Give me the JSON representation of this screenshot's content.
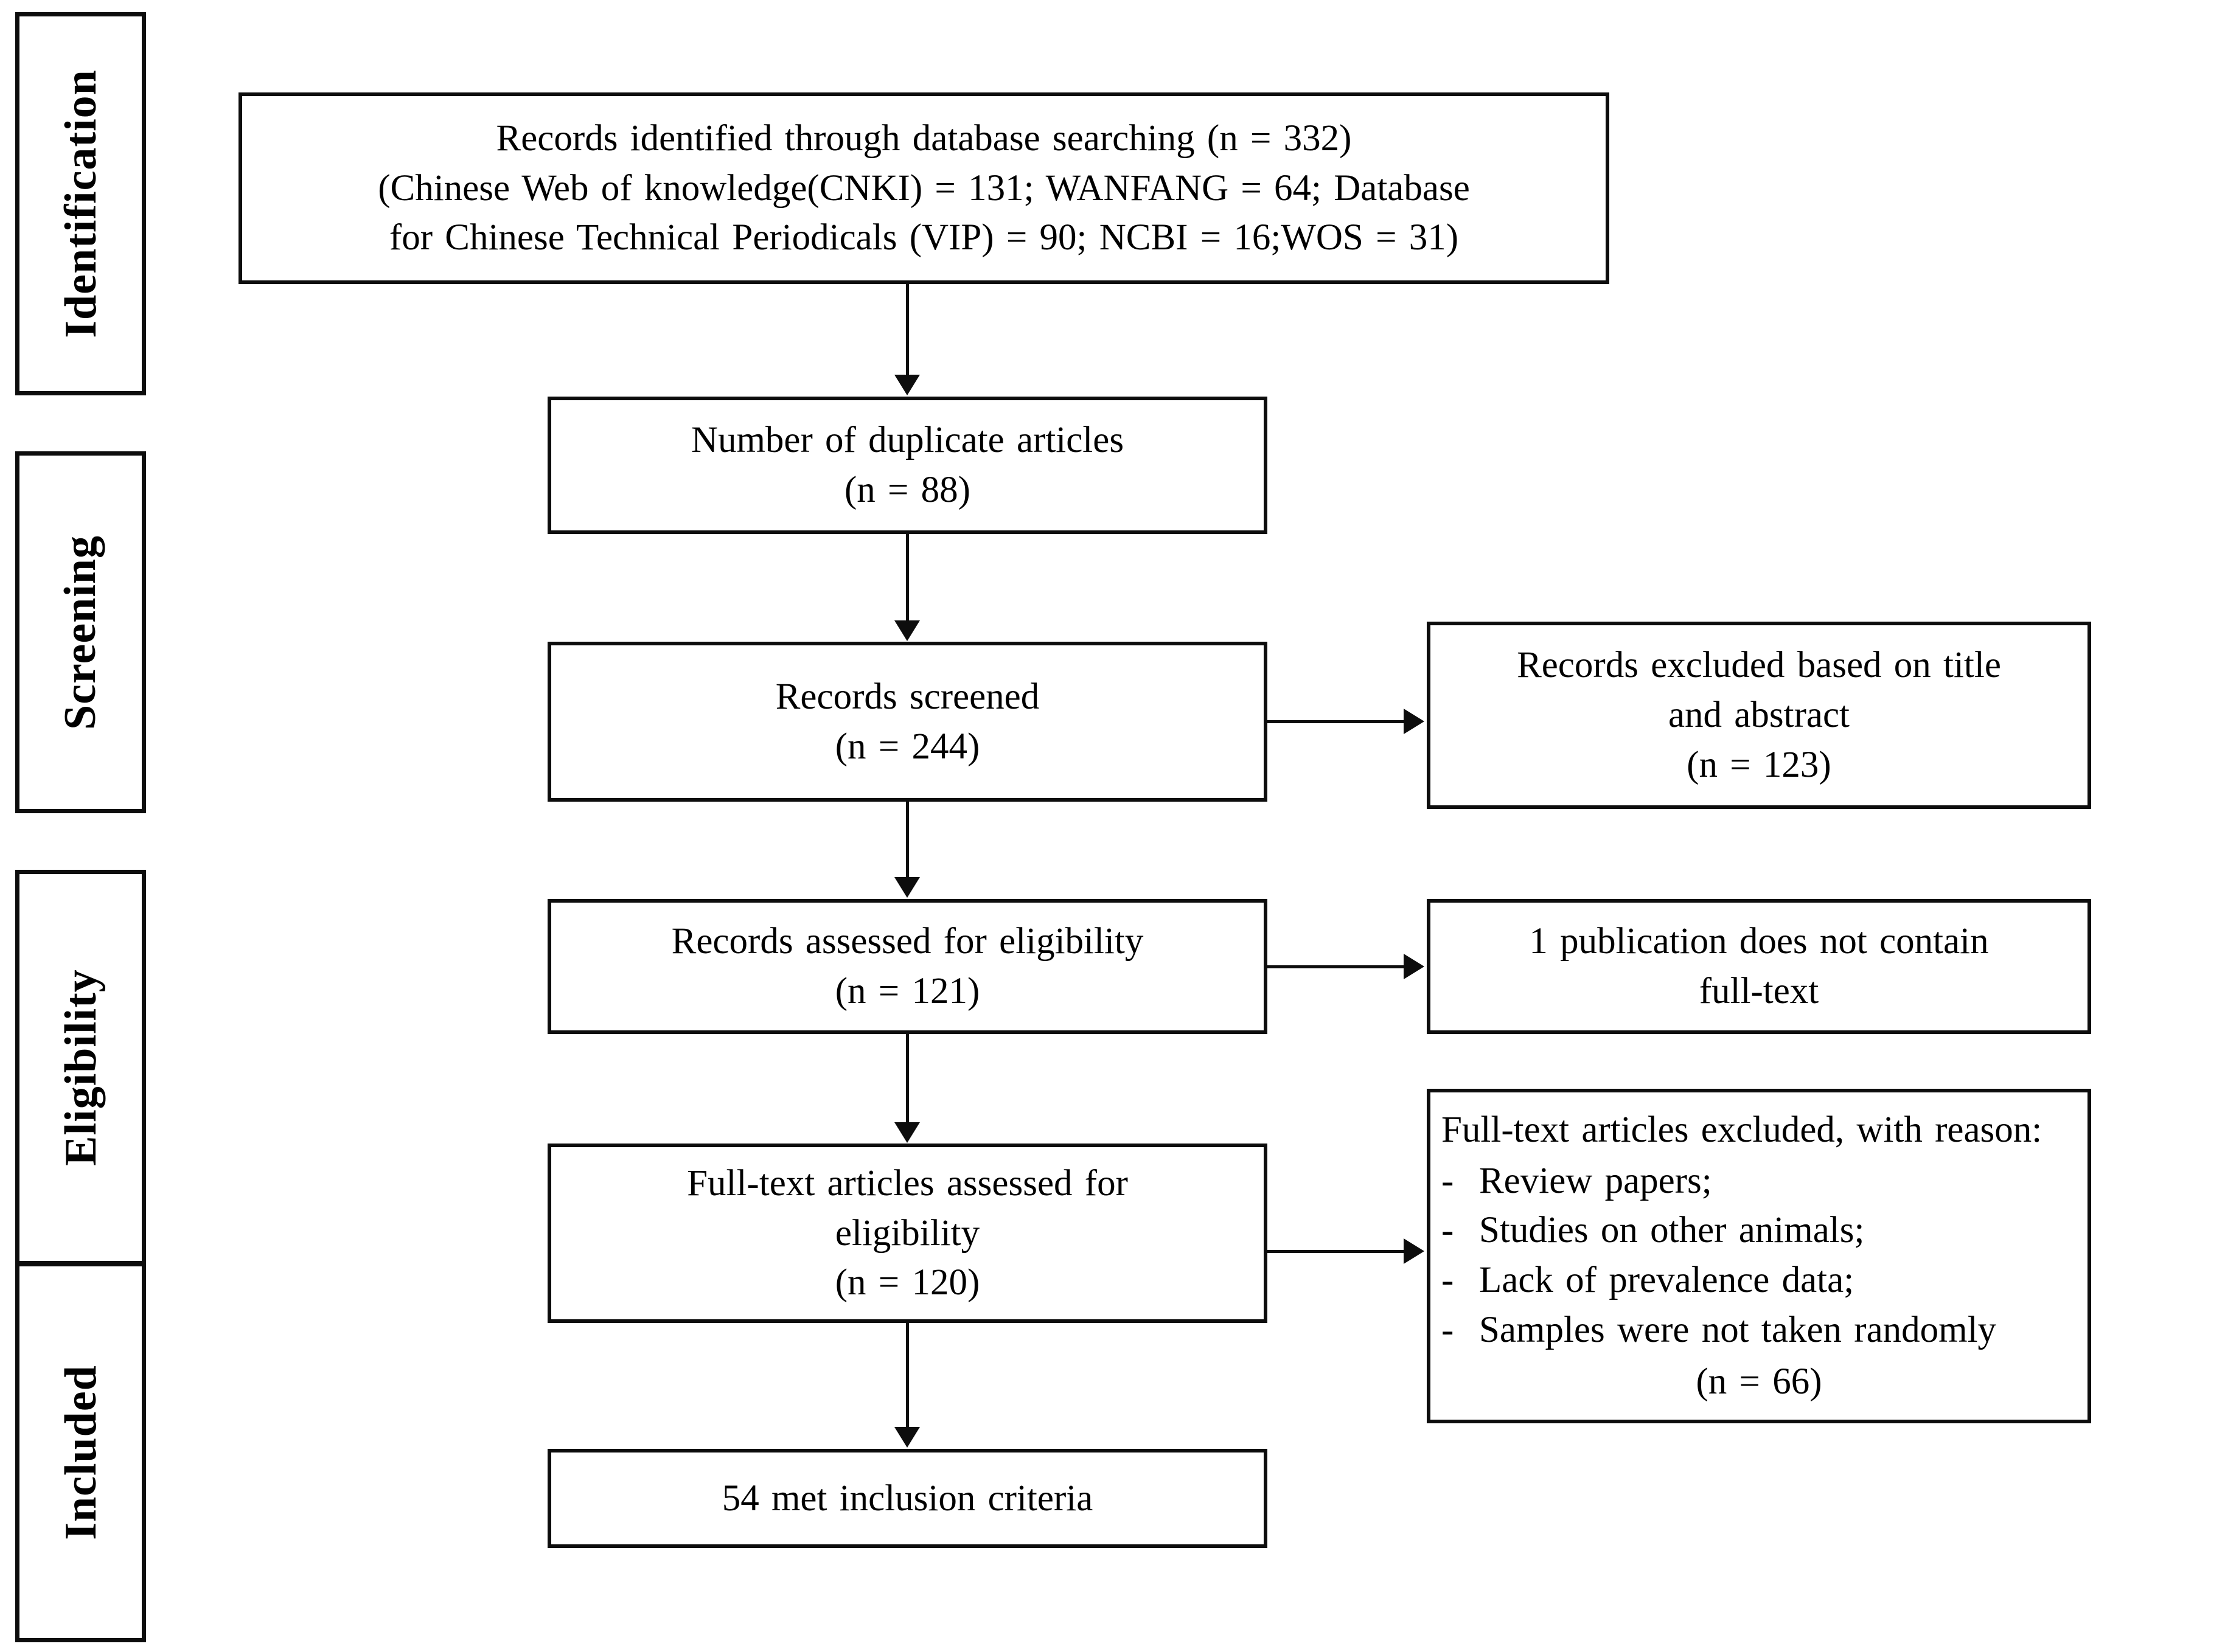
{
  "diagram": {
    "type": "prisma-flow-diagram",
    "title": "PRISMA study selection flow diagram"
  },
  "stages": [
    {
      "key": "identification",
      "label": "Identification"
    },
    {
      "key": "screening",
      "label": "Screening"
    },
    {
      "key": "eligibility",
      "label": "Eligibility"
    },
    {
      "key": "included",
      "label": "Included"
    }
  ],
  "flow": {
    "identified": {
      "lines": [
        "Records identified  through  database searching  (n = 332)",
        "(Chinese  Web of knowledge(CNKI)  = 131; WANFANG = 64; Database",
        "for Chinese  Technical  Periodicals  (VIP) = 90; NCBI = 16;WOS = 31)"
      ],
      "n": 332,
      "sources": [
        {
          "name": "Chinese Web of knowledge(CNKI)",
          "n": 131
        },
        {
          "name": "WANFANG",
          "n": 64
        },
        {
          "name": "Database for Chinese Technical Periodicals (VIP)",
          "n": 90
        },
        {
          "name": "NCBI",
          "n": 16
        },
        {
          "name": "WOS",
          "n": 31
        }
      ]
    },
    "duplicates": {
      "lines": [
        "Number of duplicate  articles",
        "(n = 88)"
      ],
      "n": 88
    },
    "screened": {
      "lines": [
        "Records screened",
        "(n = 244)"
      ],
      "n": 244
    },
    "excluded_title_abstract": {
      "lines": [
        "Records excluded  based on title",
        "and abstract",
        "(n = 123)"
      ],
      "n": 123
    },
    "assessed_eligibility": {
      "lines": [
        "Records assessed  for eligibility",
        "(n = 121)"
      ],
      "n": 121
    },
    "no_fulltext": {
      "lines": [
        "1 publication  does not contain",
        "full-text"
      ],
      "n": 1
    },
    "fulltext_assessed": {
      "lines": [
        "Full-text  articles  assessed for",
        "eligibility",
        "(n = 120)"
      ],
      "n": 120
    },
    "fulltext_excluded": {
      "title": "Full-text  articles  excluded, with reason:",
      "reasons": [
        "Review  papers;",
        "Studies  on other  animals;",
        "Lack of prevalence  data;",
        "Samples  were not taken randomly"
      ],
      "bullet": "-",
      "count_line": "(n = 66)",
      "n": 66
    },
    "included": {
      "lines": [
        "54 met inclusion  criteria"
      ],
      "n": 54
    }
  },
  "colors": {
    "ink": "#0d0d0d",
    "background": "#ffffff"
  }
}
